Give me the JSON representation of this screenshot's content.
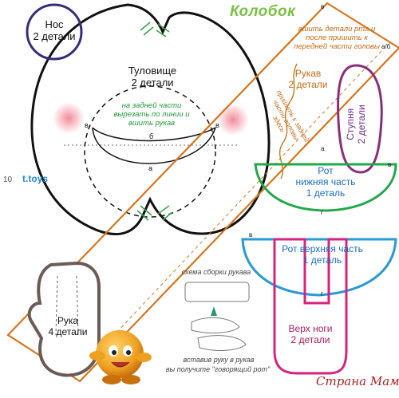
{
  "title": "Колобок",
  "page_number": "10",
  "brand": "t.toys",
  "watermark": "Страна Мам",
  "pieces": {
    "nose": {
      "name": "Нос",
      "count": "2 детали"
    },
    "body": {
      "name": "Туловище",
      "count": "2 детали",
      "note": "на задней части вырезать по линии и вшить рукав"
    },
    "sleeve": {
      "name": "Рукав",
      "count": "2 детали",
      "note_sew": "вшить детали рта и после пришить к передней части головы",
      "note_attach": "пришить к задней части головы здесь"
    },
    "foot": {
      "name": "Ступня",
      "count": "2 детали"
    },
    "mouth_lower": {
      "name": "Рот",
      "sub": "нижняя часть",
      "count": "1 деталь"
    },
    "mouth_upper": {
      "name": "Рот верхняя часть",
      "count": "1 деталь"
    },
    "leg_top": {
      "name": "Верх ноги",
      "count": "2 детали"
    },
    "hand": {
      "name": "Рука",
      "count": "4 детали"
    }
  },
  "letters": {
    "a": "а",
    "b": "б",
    "v": "в",
    "g": "г",
    "ab": "а/б"
  },
  "assembly": {
    "title": "схема сборки рукава",
    "note1": "вставив руку в рукав",
    "note2": "вы получите \"говорящий рот\""
  },
  "colors": {
    "nose": "#3b2a7a",
    "foot": "#8a2f7a",
    "mouth_lower": "#22a84a",
    "mouth_upper": "#2a9ad6",
    "leg_top": "#d6247c",
    "sleeve": "#c97a1a",
    "cut_line": "#d9741a",
    "blush": "#f28c9a"
  }
}
